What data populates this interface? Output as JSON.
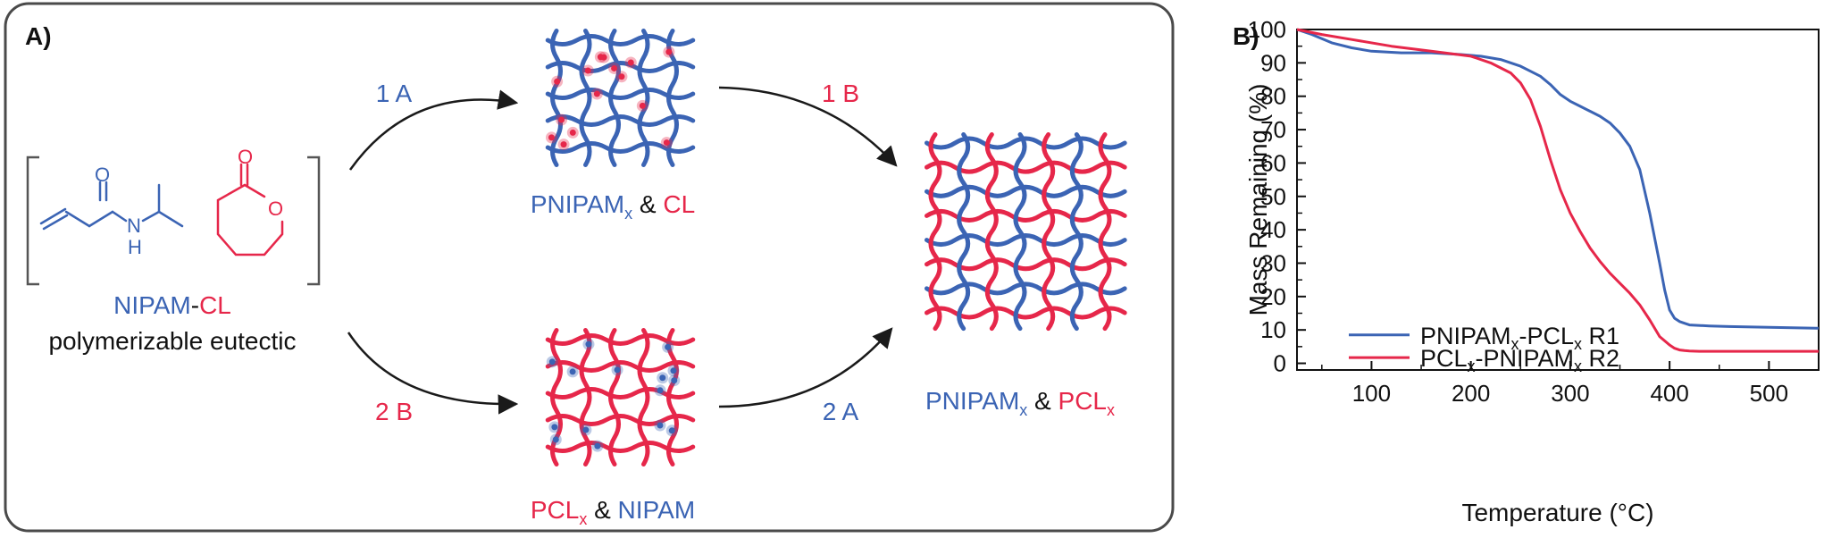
{
  "colors": {
    "blue": "#3b64b4",
    "red": "#e6274a",
    "black": "#1a1a1a",
    "dot_blue": "#3b64b4",
    "dot_red": "#e6274a"
  },
  "panel_a": {
    "label": "A)",
    "monomer_label_nipam": "NIPAM",
    "monomer_label_dash": "-",
    "monomer_label_cl": "CL",
    "monomer_caption": "polymerizable eutectic",
    "atom_o_amide": "O",
    "atom_n": "N",
    "atom_h": "H",
    "atom_o_carbonyl": "O",
    "atom_o_ring": "O",
    "step_1a": "1 A",
    "step_1b": "1 B",
    "step_2a": "2 A",
    "step_2b": "2 B",
    "top_product": {
      "part1": "PNIPAM",
      "sub1": "x",
      "amp": " & ",
      "part2": "CL"
    },
    "bottom_product": {
      "part1": "PCL",
      "sub1": "x",
      "amp": " & ",
      "part2": "NIPAM"
    },
    "final_product": {
      "part1": "PNIPAM",
      "sub1": "x",
      "amp": " & ",
      "part2": "PCL",
      "sub2": "x"
    }
  },
  "panel_b": {
    "label": "B)",
    "legend": [
      {
        "a": "PNIPAM",
        "a_sub": "x",
        "dash": "-",
        "b": "PCL",
        "b_sub": "x",
        "suffix": " R1",
        "color": "#3b64b4"
      },
      {
        "a": "PCL",
        "a_sub": "x",
        "dash": "-",
        "b": "PNIPAM",
        "b_sub": "x",
        "suffix": " R2",
        "color": "#e6274a"
      }
    ]
  },
  "chart_data": {
    "type": "line",
    "xlabel": "Temperature (°C)",
    "ylabel": "Mass Remaining (%)",
    "xlim": [
      25,
      550
    ],
    "ylim": [
      -2,
      100
    ],
    "xticks": [
      100,
      200,
      300,
      400,
      500
    ],
    "yticks": [
      0,
      10,
      20,
      30,
      40,
      50,
      60,
      70,
      80,
      90,
      100
    ],
    "legend_position": "bottom-left",
    "series": [
      {
        "name": "PNIPAMx-PCLx R1",
        "color": "#3b64b4",
        "x": [
          25,
          40,
          60,
          80,
          100,
          130,
          160,
          190,
          210,
          230,
          250,
          260,
          270,
          280,
          290,
          300,
          310,
          320,
          330,
          340,
          350,
          360,
          370,
          380,
          390,
          395,
          400,
          405,
          410,
          415,
          420,
          440,
          460,
          500,
          550
        ],
        "y": [
          100,
          98.5,
          96,
          94.5,
          93.5,
          93,
          93,
          92.5,
          92,
          91,
          89,
          87.5,
          86,
          83.5,
          80.5,
          78.5,
          77,
          75.5,
          74,
          72,
          69,
          65,
          58,
          45,
          30,
          22,
          16,
          13.5,
          12.5,
          12,
          11.5,
          11.2,
          11,
          10.8,
          10.5
        ]
      },
      {
        "name": "PCLx-PNIPAMx R2",
        "color": "#e6274a",
        "x": [
          25,
          50,
          80,
          120,
          160,
          200,
          220,
          240,
          250,
          260,
          270,
          280,
          290,
          300,
          310,
          320,
          330,
          340,
          350,
          360,
          370,
          380,
          390,
          400,
          405,
          410,
          415,
          420,
          430,
          450,
          500,
          550
        ],
        "y": [
          100,
          98.5,
          97,
          95,
          93.5,
          92,
          90,
          87,
          84,
          79,
          71,
          61,
          52,
          45,
          39.5,
          34.5,
          30.5,
          27,
          24,
          21,
          17.5,
          13,
          8,
          5.5,
          4.5,
          4,
          3.8,
          3.7,
          3.6,
          3.6,
          3.6,
          3.6
        ]
      }
    ]
  }
}
